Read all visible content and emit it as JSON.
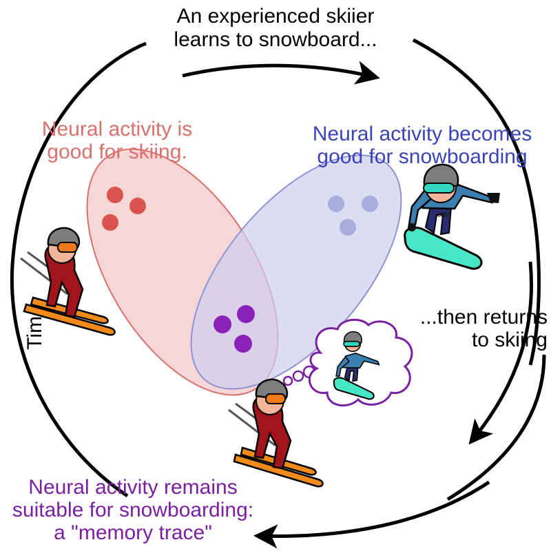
{
  "top_caption": {
    "line1": "An experienced skiier",
    "line2": "learns to snowboard..."
  },
  "right_caption": {
    "line1": "...then returns",
    "line2": "to skiing"
  },
  "time_label": "Time",
  "ski_region": {
    "line1": "Neural activity is",
    "line2": "good for skiing.",
    "color": "#d9706c",
    "fill": "#f4cccc"
  },
  "snow_region": {
    "line1": "Neural activity becomes",
    "line2": "good for snowboarding",
    "color": "#3b43b8",
    "fill": "#cccfee"
  },
  "memory_caption": {
    "line1": "Neural activity remains",
    "line2": "suitable for snowboarding:",
    "line3": "a \"memory trace\"",
    "color": "#7a1fa2"
  },
  "helmet_text": "CMU",
  "colors": {
    "ski_dots": "#d9534f",
    "snow_dots": "#a9acdf",
    "overlap_dots": "#8a22b8",
    "cycle_stroke": "#000000",
    "thought_stroke": "#7a1fa2",
    "board": "#47e6c7",
    "skis": "#f08a1a",
    "ski_suit": "#a0141b",
    "snow_jacket": "#3b7fb0",
    "snow_pants": "#2b2e6e",
    "helmet": "#7d7d7d",
    "goggles": "#f07a1a",
    "snow_goggles": "#33d6c0"
  }
}
